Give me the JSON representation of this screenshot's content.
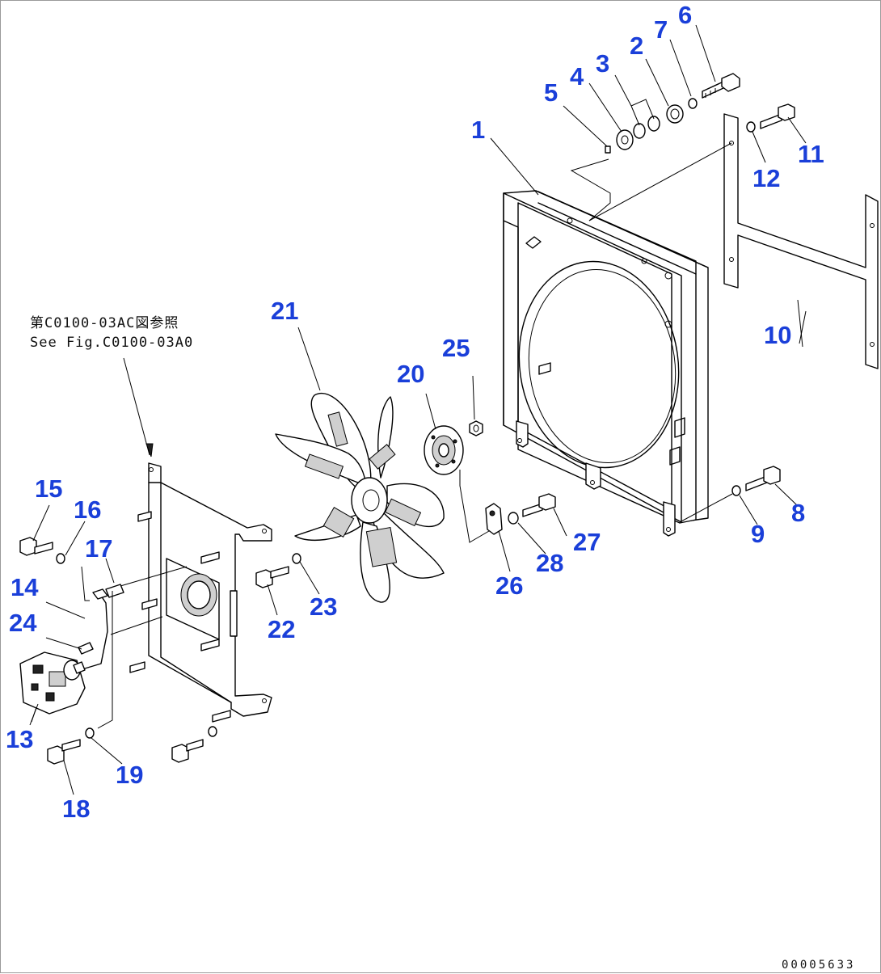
{
  "diagram": {
    "callouts": [
      {
        "id": "1",
        "label": "1"
      },
      {
        "id": "2",
        "label": "2"
      },
      {
        "id": "3",
        "label": "3"
      },
      {
        "id": "4",
        "label": "4"
      },
      {
        "id": "5",
        "label": "5"
      },
      {
        "id": "6",
        "label": "6"
      },
      {
        "id": "7",
        "label": "7"
      },
      {
        "id": "8",
        "label": "8"
      },
      {
        "id": "9",
        "label": "9"
      },
      {
        "id": "10",
        "label": "10"
      },
      {
        "id": "11",
        "label": "11"
      },
      {
        "id": "12",
        "label": "12"
      },
      {
        "id": "13",
        "label": "13"
      },
      {
        "id": "14",
        "label": "14"
      },
      {
        "id": "15",
        "label": "15"
      },
      {
        "id": "16",
        "label": "16"
      },
      {
        "id": "17",
        "label": "17"
      },
      {
        "id": "18",
        "label": "18"
      },
      {
        "id": "19",
        "label": "19"
      },
      {
        "id": "20",
        "label": "20"
      },
      {
        "id": "21",
        "label": "21"
      },
      {
        "id": "22",
        "label": "22"
      },
      {
        "id": "23",
        "label": "23"
      },
      {
        "id": "24",
        "label": "24"
      },
      {
        "id": "25",
        "label": "25"
      },
      {
        "id": "26",
        "label": "26"
      },
      {
        "id": "27",
        "label": "27"
      },
      {
        "id": "28",
        "label": "28"
      }
    ],
    "reference_note": {
      "line1": "第C0100-03AC図参照",
      "line2": "See Fig.C0100-03A0"
    },
    "drawing_number": "00005633",
    "colors": {
      "callout": "#1a3fd9",
      "line": "#000000",
      "background": "#ffffff"
    }
  }
}
